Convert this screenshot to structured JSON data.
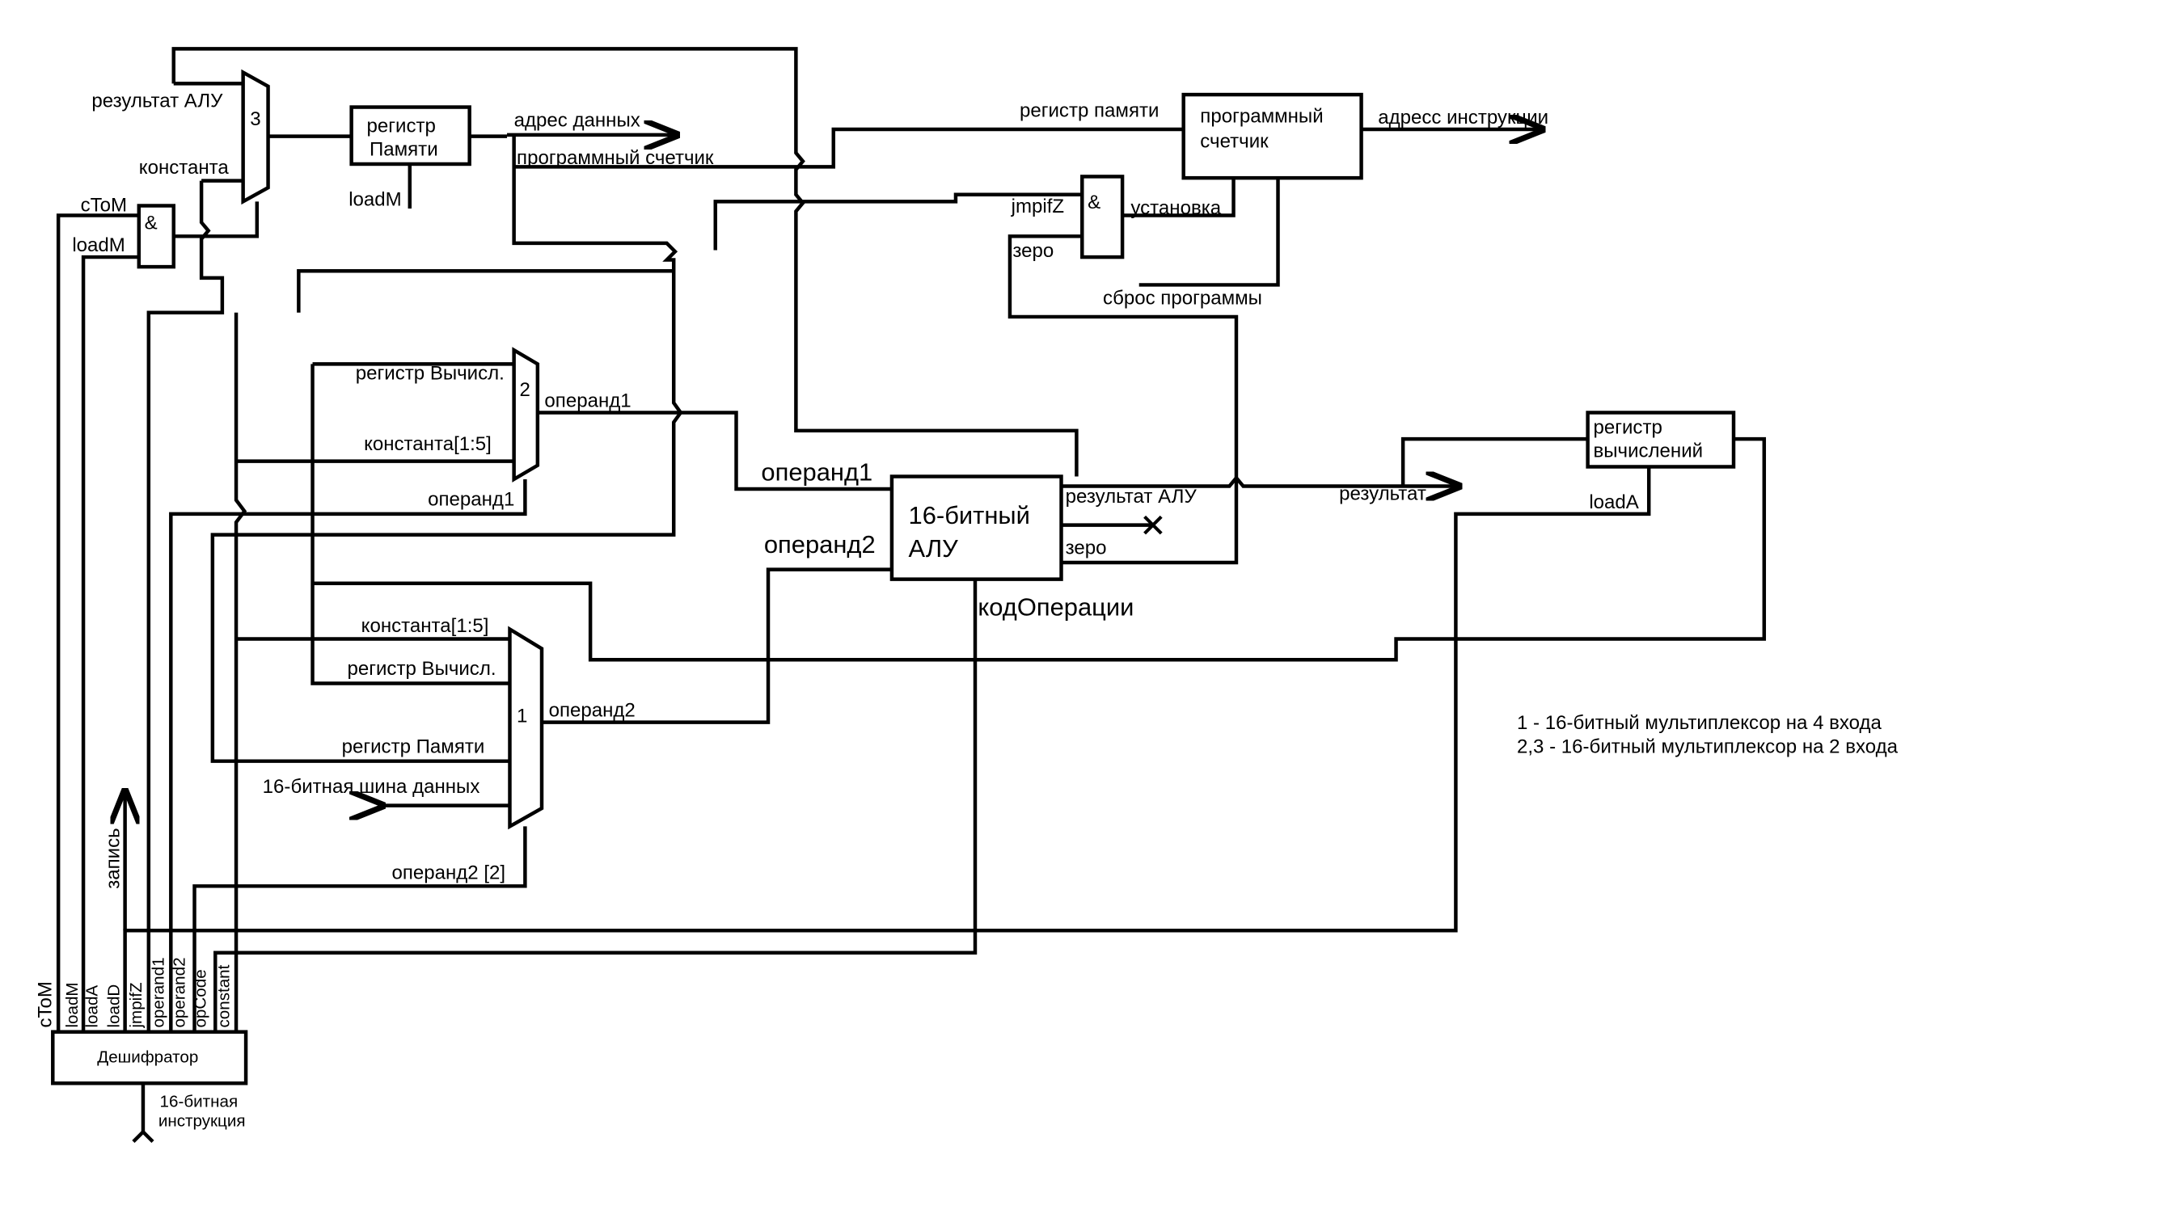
{
  "mux3": {
    "id": "3",
    "in_alu": "результат АЛУ",
    "in_const": "константа"
  },
  "mem_reg": {
    "line1": "регистр",
    "line2": "Памяти",
    "load": "loadM"
  },
  "and1": {
    "symbol": "&",
    "in1": "cToM",
    "in2": "loadM"
  },
  "data_address": "адрес данных",
  "pc_wire": "программный счетчик",
  "pc": {
    "line1": "программный",
    "line2": "счетчик",
    "in_mem": "регистр памяти",
    "out": "адресс инструкции",
    "set": "установка",
    "reset": "сброс программы"
  },
  "and2": {
    "symbol": "&",
    "in1": "jmpifZ",
    "in2": "зеро"
  },
  "mux2": {
    "id": "2",
    "in1": "регистр Вычисл.",
    "in2": "константа[1:5]",
    "sel": "операнд1",
    "out": "операнд1"
  },
  "mux1": {
    "id": "1",
    "in1": "константа[1:5]",
    "in2": "регистр Вычисл.",
    "in3": "регистр Памяти",
    "in4": "16-битная шина данных",
    "sel": "операнд2 [2]",
    "out": "операнд2"
  },
  "alu": {
    "line1": "16-битный",
    "line2": "АЛУ",
    "in1": "операнд1",
    "in2": "операнд2",
    "out_result": "результат АЛУ",
    "out_zero": "зеро",
    "opcode": "кодОперации"
  },
  "result_label": "результат",
  "acc_reg": {
    "line1": "регистр",
    "line2": "вычислений",
    "load": "loadA"
  },
  "write_label": "запись",
  "decoder": {
    "title": "Дешифратор",
    "outputs": [
      "cToM",
      "loadM",
      "loadA",
      "loadD",
      "jmpifZ",
      "operand1",
      "operand2",
      "opCode",
      "constant"
    ],
    "input_line1": "16-битная",
    "input_line2": "инструкция"
  },
  "legend": [
    "1 - 16-битный мультиплексор на 4 входа",
    "2,3 - 16-битный мультиплексор на 2 входа"
  ]
}
